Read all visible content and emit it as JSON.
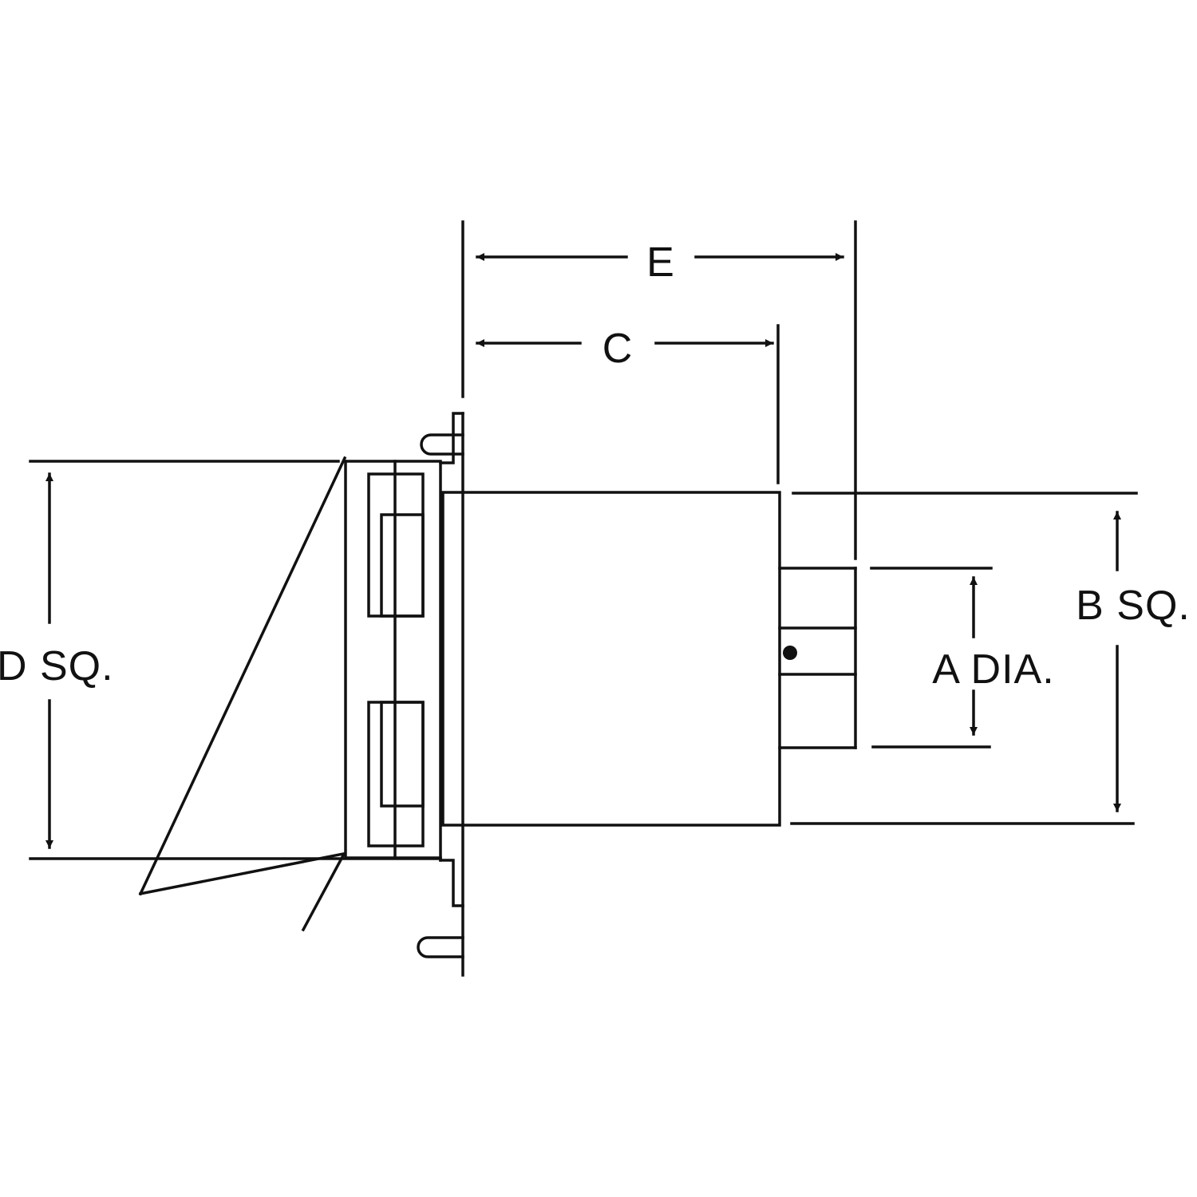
{
  "labels": {
    "e": "E",
    "c": "C",
    "b": "B SQ.",
    "a": "A DIA.",
    "d": "D SQ."
  },
  "colors": {
    "line": "#111111",
    "background": "#ffffff"
  }
}
